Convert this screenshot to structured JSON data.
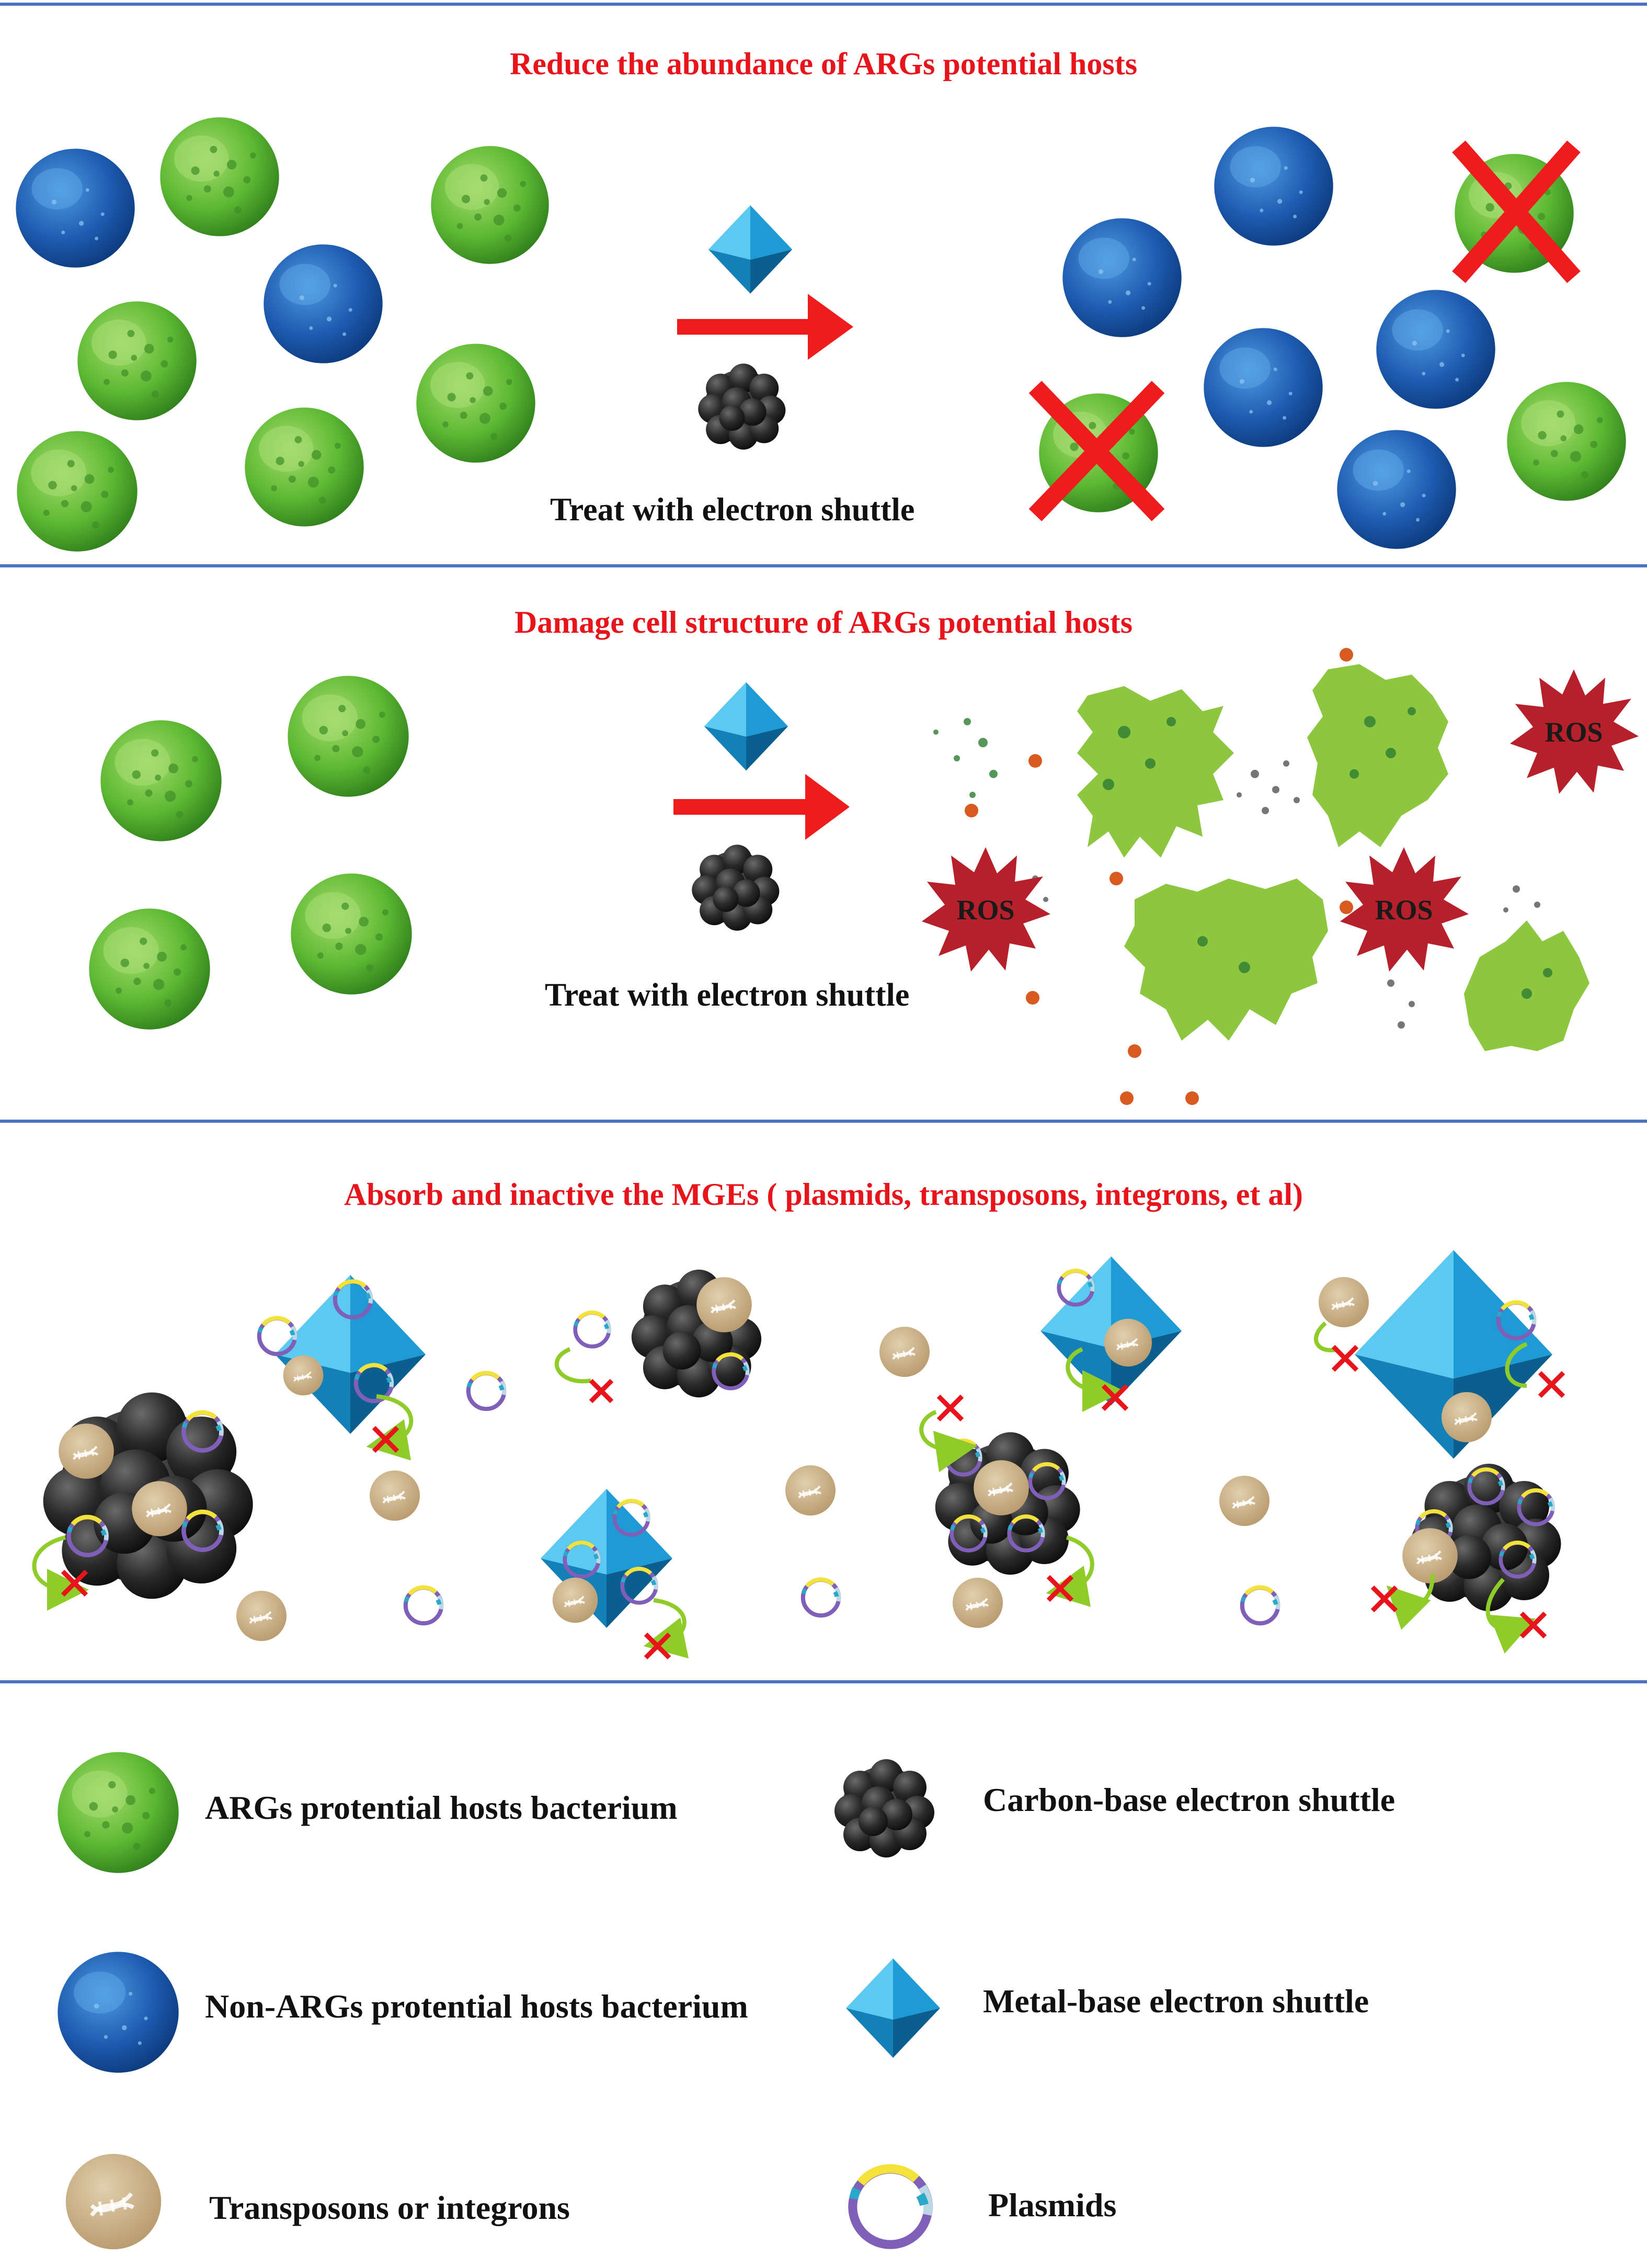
{
  "panels": [
    {
      "title": "Reduce the abundance of ARGs potential hosts",
      "caption": "Treat with electron shuttle"
    },
    {
      "title": "Damage cell structure of ARGs potential hosts",
      "caption": "Treat with electron shuttle",
      "ros_label": "ROS"
    },
    {
      "title": "Absorb and inactive the MGEs ( plasmids, transposons, integrons, et al)"
    }
  ],
  "legend": {
    "args_host": "ARGs protential hosts bacterium",
    "non_args_host": "Non-ARGs protential hosts bacterium",
    "carbon_shuttle": "Carbon-base electron shuttle",
    "metal_shuttle": "Metal-base electron shuttle",
    "transposons": "Transposons or integrons",
    "plasmids": "Plasmids"
  },
  "colors": {
    "title_red": "#e8141b",
    "divider_blue": "#4a72c4",
    "green_cell": "#5cb833",
    "blue_cell": "#1e5bb0",
    "crystal_blue": "#1ea0d8",
    "carbon_black": "#2a2a2a",
    "ros_red": "#b5202a",
    "mge_tan": "#c9b08a"
  }
}
